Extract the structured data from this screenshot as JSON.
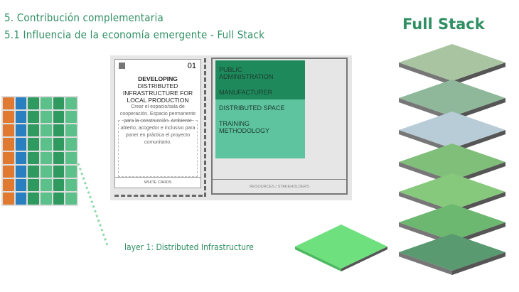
{
  "header": {
    "line1": "5. Contribución complementaria",
    "line2": "5.1 Influencia de la economía emergente - Full Stack"
  },
  "stack_title": "Full Stack",
  "card": {
    "number": "01",
    "title_bold": "DEVELOPING",
    "title_rest": " DISTRIBUTED INFRASTRUCTURE FOR LOCAL PRODUCTION",
    "description": "Crear el espacio/sala de cooperación. Espacio permanente para la construcción. Ambiente abierto, acogedor e inclusivo para poner en práctica el proyecto comunitario.",
    "footer": "WHITE CARDS"
  },
  "resources": {
    "footer": "RESOURCES / STAKEHOLDERS",
    "items": [
      "PUBLIC ADMINISTRATION",
      "MANUFACTURER",
      "DISTRIBUTED SPACE",
      "TRAINING METHODOLOGY"
    ]
  },
  "layer_label": "layer 1: Distributed Infrastructure",
  "colors": {
    "accent": "#2f8f63",
    "dark_green": "#1e8a5c",
    "light_green": "#5ec4a0",
    "layer_green": "#6ee07e"
  }
}
